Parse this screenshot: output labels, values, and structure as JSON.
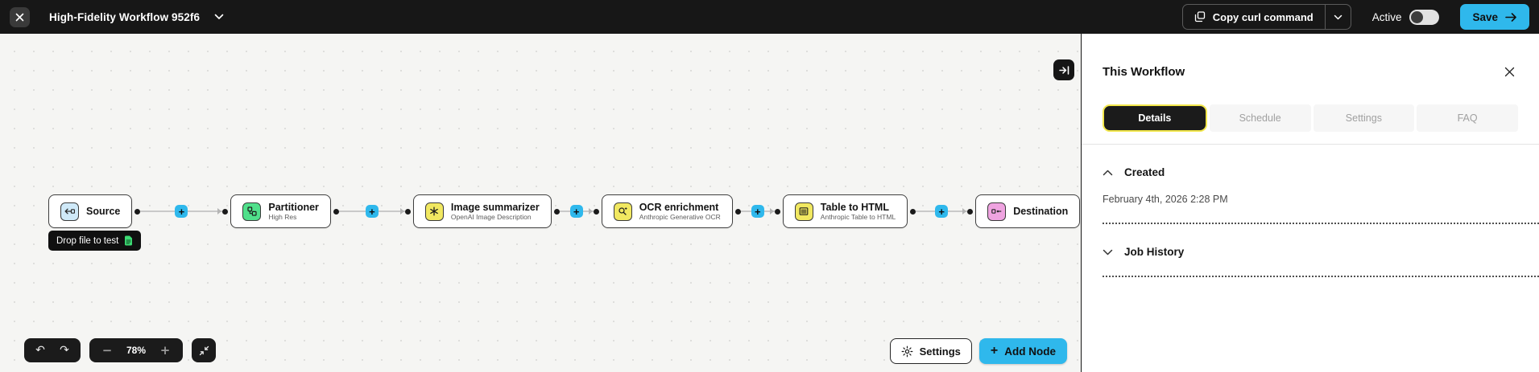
{
  "topbar": {
    "title": "High-Fidelity Workflow 952f6",
    "copy_curl_label": "Copy curl command",
    "active_label": "Active",
    "save_label": "Save"
  },
  "canvas": {
    "drop_hint": "Drop file to test",
    "zoom_level": "78%",
    "settings_label": "Settings",
    "add_node_label": "Add Node",
    "nodes": [
      {
        "title": "Source",
        "subtitle": ""
      },
      {
        "title": "Partitioner",
        "subtitle": "High Res"
      },
      {
        "title": "Image summarizer",
        "subtitle": "OpenAI Image Description"
      },
      {
        "title": "OCR enrichment",
        "subtitle": "Anthropic Generative OCR"
      },
      {
        "title": "Table to HTML",
        "subtitle": "Anthropic Table to HTML"
      },
      {
        "title": "Destination",
        "subtitle": ""
      }
    ]
  },
  "panel": {
    "title": "This Workflow",
    "tabs": [
      "Details",
      "Schedule",
      "Settings",
      "FAQ"
    ],
    "active_tab": "Details",
    "created_label": "Created",
    "created_value": "February 4th, 2026 2:28 PM",
    "job_history_label": "Job History"
  },
  "icons": {
    "plus": "+",
    "minus": "−",
    "undo": "↶",
    "redo": "↷",
    "gear": "⚙"
  },
  "colors": {
    "accent_blue": "#2fb8ec",
    "topbar_bg": "#171717",
    "tab_active_ring": "#f2e74b",
    "node_source_blue": "#cfe9f8",
    "node_partitioner_green": "#50e08b",
    "node_enrichment_yellow": "#f1e861",
    "node_destination_pink": "#efa3e0",
    "canvas_bg": "#f5f5f3"
  }
}
